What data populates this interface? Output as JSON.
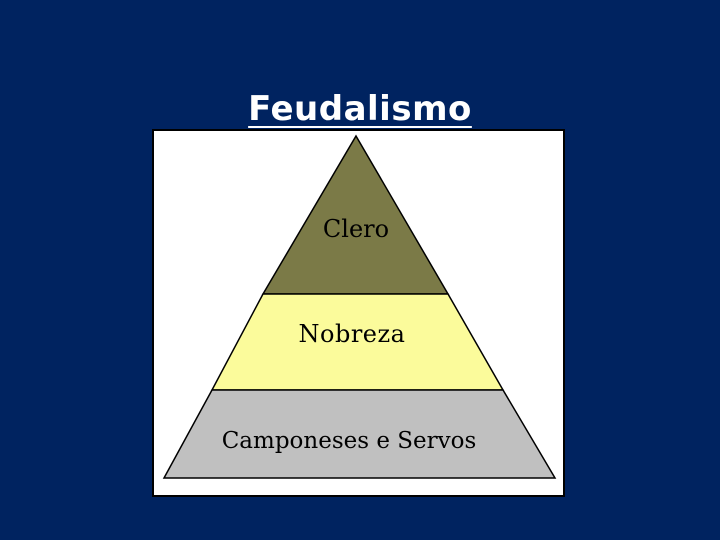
{
  "slide": {
    "title": "Feudalismo",
    "background_color": "#002360"
  },
  "diagram": {
    "type": "pyramid",
    "frame_color": "#ffffff",
    "outline_color": "#000000",
    "tiers": [
      {
        "label": "Clero",
        "fill": "#7b7a47"
      },
      {
        "label": "Nobreza",
        "fill": "#fbfb9b"
      },
      {
        "label": "Camponeses e Servos",
        "fill": "#c0c0c0"
      }
    ]
  }
}
